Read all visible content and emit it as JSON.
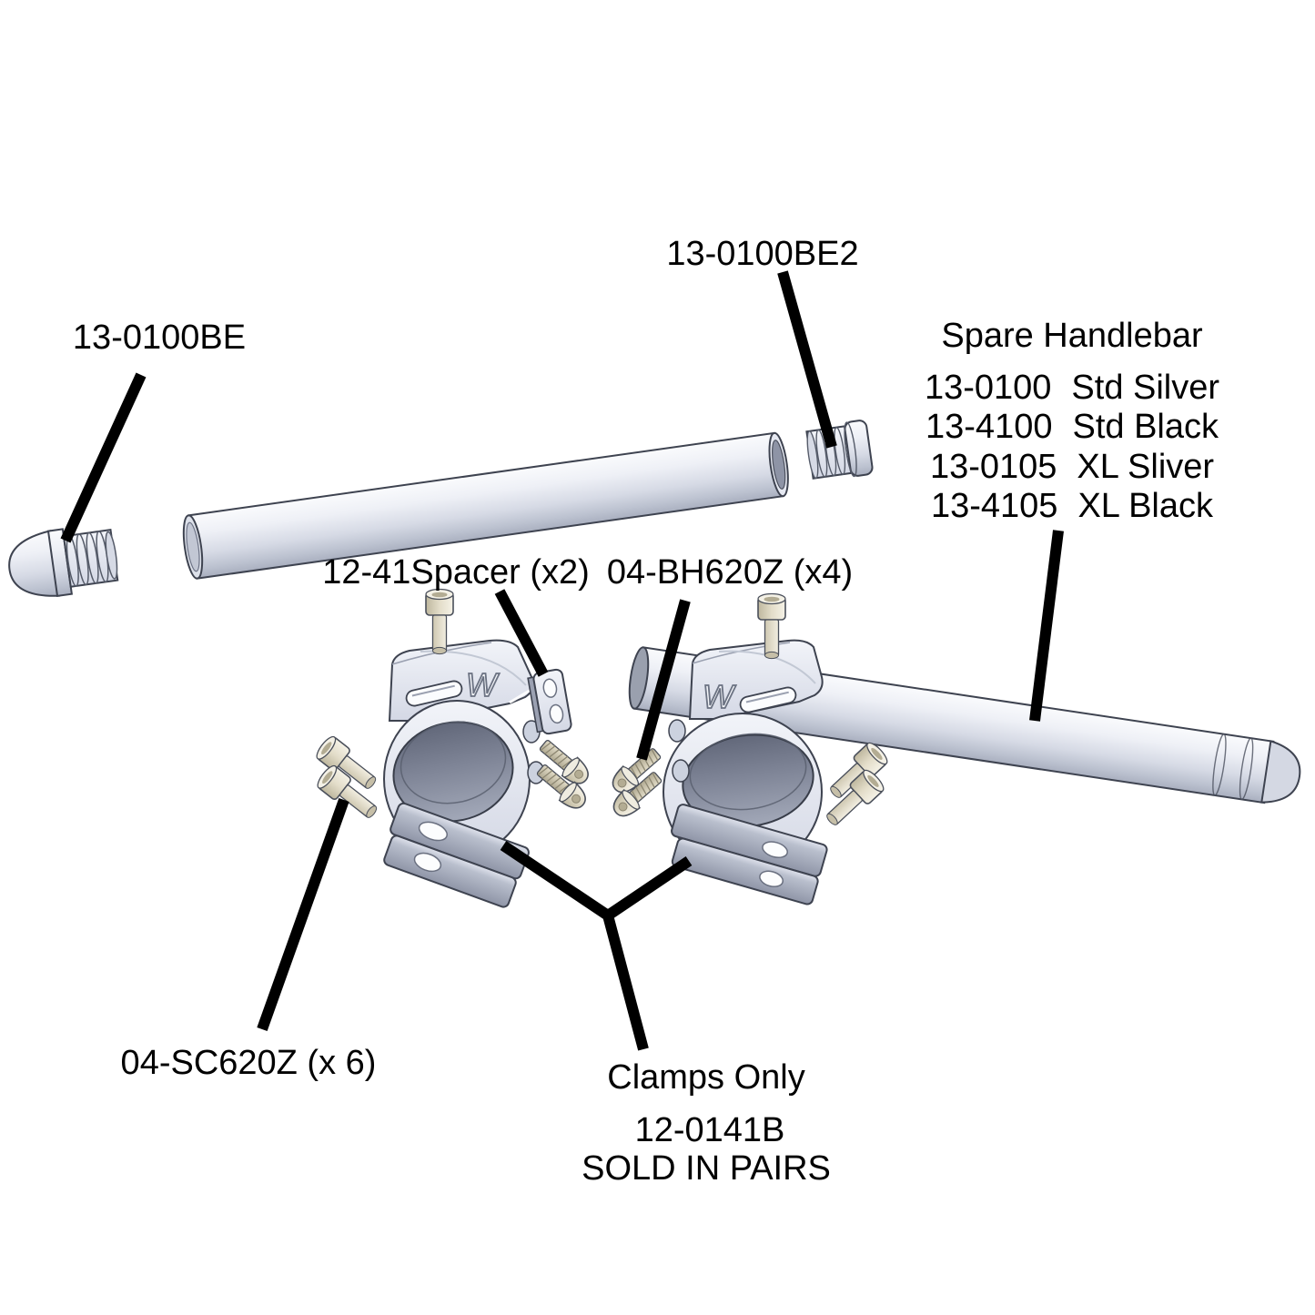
{
  "diagram": {
    "labels": {
      "bar_end_left": "13-0100BE",
      "bar_end_right": "13-0100BE2",
      "spacer": "12-41Spacer (x2)",
      "button_head_screws": "04-BH620Z (x4)",
      "socket_cap_screws": "04-SC620Z (x 6)",
      "clamps_only": "Clamps Only",
      "clamps_part_number": "12-0141B",
      "clamps_note": "SOLD IN PAIRS"
    },
    "spare_handlebar": {
      "title": "Spare Handlebar",
      "options": [
        {
          "part": "13-0100",
          "finish": "Std Silver"
        },
        {
          "part": "13-4100",
          "finish": "Std Black"
        },
        {
          "part": "13-0105",
          "finish": "XL Sliver"
        },
        {
          "part": "13-4105",
          "finish": "XL Black"
        }
      ]
    },
    "clamp_logo": "W",
    "colors": {
      "background": "#ffffff",
      "text": "#000000",
      "leader_line": "#000000",
      "metal_light": "#eef0f7",
      "metal_mid": "#c7ccd9",
      "metal_dark": "#6e7487",
      "screw_cream": "#e9e4d2",
      "outline": "#3e4350"
    }
  }
}
